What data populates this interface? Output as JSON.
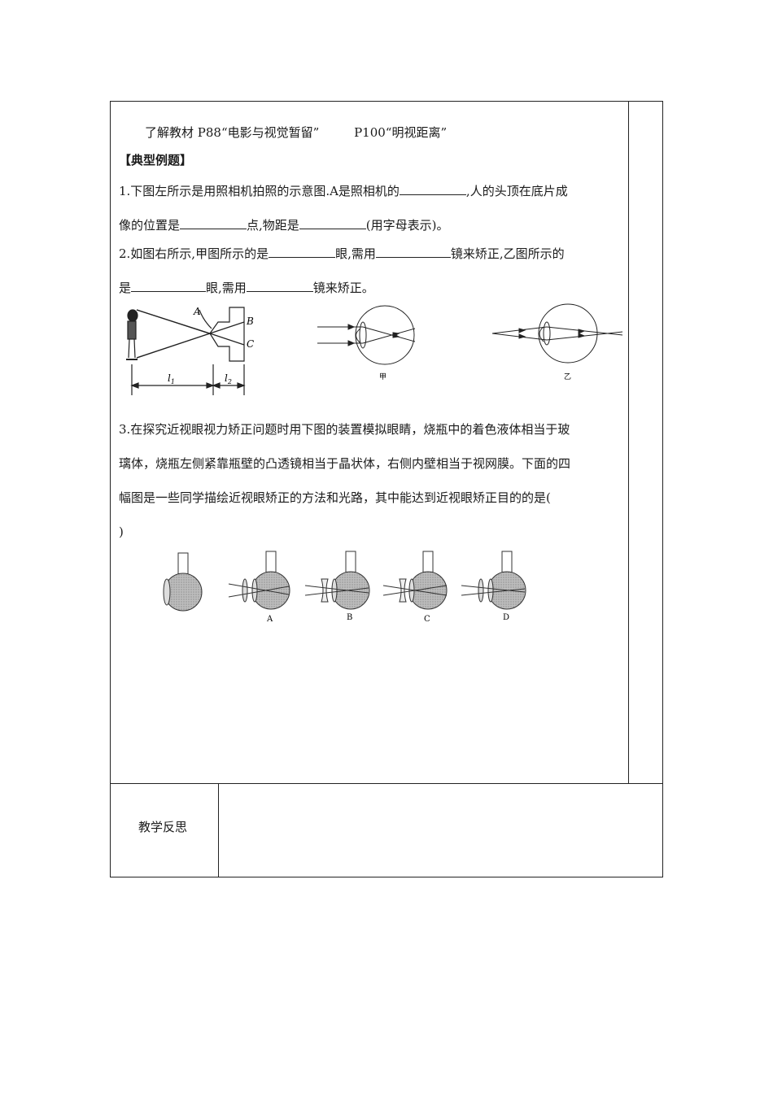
{
  "header_line": {
    "part1": "了解教材 P88“电影与视觉暂留”",
    "part2": "P100“明视距离”"
  },
  "section_title": "【典型例题】",
  "q1": {
    "line1_a": "1.下图左所示是用照相机拍照的示意图.A是照相机的",
    "line1_b": ",人的头顶在底片成",
    "line2_a": "像的位置是",
    "line2_b": "点,物距是",
    "line2_c": "(用字母表示)。"
  },
  "q2": {
    "line1_a": "2.如图右所示,甲图所示的是",
    "line1_b": "眼,需用",
    "line1_c": "镜来矫正,乙图所示的",
    "line2_a": "是",
    "line2_b": "眼,需用",
    "line2_c": "镜来矫正。"
  },
  "figure1": {
    "label_A": "A",
    "label_B": "B",
    "label_C": "C",
    "label_l1": "l",
    "label_l1_sub": "1",
    "label_l2": "l",
    "label_l2_sub": "2",
    "label_jia": "甲",
    "label_yi": "乙"
  },
  "q3": {
    "line1": "3.在探究近视眼视力矫正问题时用下图的装置模拟眼睛，烧瓶中的着色液体相当于玻",
    "line2": "璃体，烧瓶左侧紧靠瓶壁的凸透镜相当于晶状体，右侧内壁相当于视网膜。下面的四",
    "line3": "幅图是一些同学描绘近视眼矫正的方法和光路，其中能达到近视眼矫正目的的是(",
    "line4": ")"
  },
  "figure2": {
    "option_A": "A",
    "option_B": "B",
    "option_C": "C",
    "option_D": "D"
  },
  "reflection": {
    "label": "教学反思"
  }
}
